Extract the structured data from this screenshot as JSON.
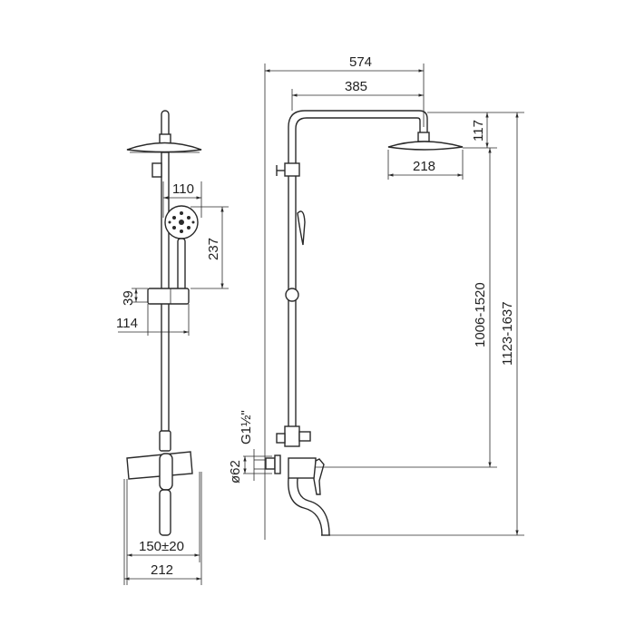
{
  "front_view": {
    "hand_shower_width": "110",
    "hand_shower_height": "237",
    "slider_height": "39",
    "slider_width": "114",
    "mixer_spacing": "150±20",
    "mixer_width": "212"
  },
  "side_view": {
    "total_depth": "574",
    "arm_length": "385",
    "head_height": "117",
    "head_diameter": "218",
    "height_range_head": "1006-1520",
    "height_range_total": "1123-1637",
    "connection_diameter": "ø62",
    "thread_size": "G1½\""
  },
  "colors": {
    "line": "#2a2a2a",
    "background": "#ffffff"
  }
}
